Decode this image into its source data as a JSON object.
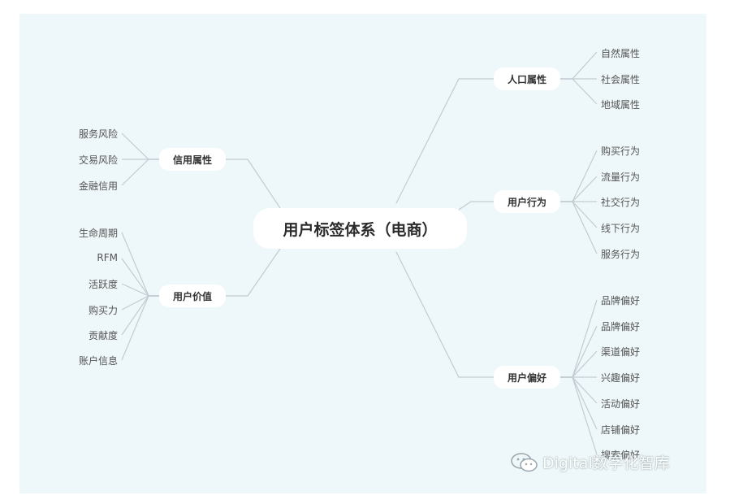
{
  "root": "用户标签体系（电商）",
  "branches": {
    "renkou": {
      "label": "人口属性",
      "items": [
        "自然属性",
        "社会属性",
        "地域属性"
      ]
    },
    "xingwei": {
      "label": "用户行为",
      "items": [
        "购买行为",
        "流量行为",
        "社交行为",
        "线下行为",
        "服务行为"
      ]
    },
    "pianhao": {
      "label": "用户偏好",
      "items": [
        "品牌偏好",
        "品牌偏好",
        "渠道偏好",
        "兴趣偏好",
        "活动偏好",
        "店铺偏好",
        "搜索偏好"
      ]
    },
    "xinyong": {
      "label": "信用属性",
      "items": [
        "服务风险",
        "交易风险",
        "金融信用"
      ]
    },
    "jiazhi": {
      "label": "用户价值",
      "items": [
        "生命周期",
        "RFM",
        "活跃度",
        "购买力",
        "贡献度",
        "账户信息"
      ]
    }
  },
  "watermark": "Digital数字化智库",
  "colors": {
    "background": "#eef7f9",
    "line": "#c3cbd3",
    "node": "#ffffff"
  }
}
